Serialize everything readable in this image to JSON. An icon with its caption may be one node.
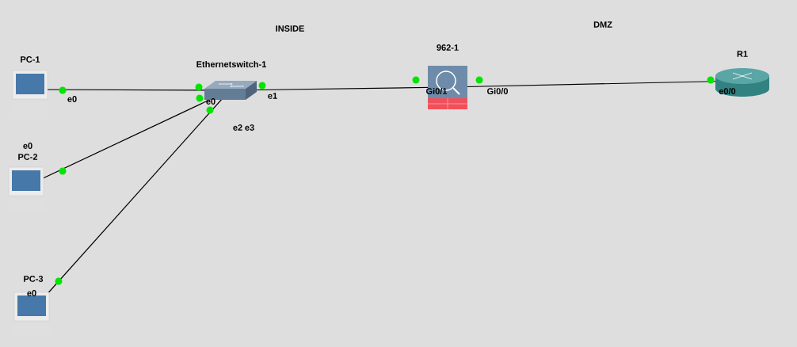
{
  "diagram": {
    "nodes": [
      {
        "text": [
          "PC-1"
        ]
      },
      {
        "text": [
          "PC-2"
        ]
      },
      {
        "text": [
          "PC-3"
        ]
      },
      {
        "text": [
          "Ethernetswitch-1"
        ]
      },
      {
        "text": [
          "962-1"
        ]
      },
      {
        "text": [
          "R1"
        ]
      }
    ],
    "edges": [
      {
        "from": 0,
        "to": 3,
        "arrow": "none"
      },
      {
        "from": 1,
        "to": 3,
        "arrow": "none"
      },
      {
        "from": 2,
        "to": 3,
        "arrow": "none"
      },
      {
        "from": 3,
        "to": 4,
        "arrow": "none"
      },
      {
        "from": 4,
        "to": 5,
        "arrow": "none"
      }
    ],
    "labels": [
      "INSIDE",
      "DMZ",
      "e0",
      "e0",
      "e1",
      "e0",
      "e2",
      "e3",
      "Gi0/1",
      "Gi0/0",
      "e0/0",
      "e0"
    ]
  }
}
